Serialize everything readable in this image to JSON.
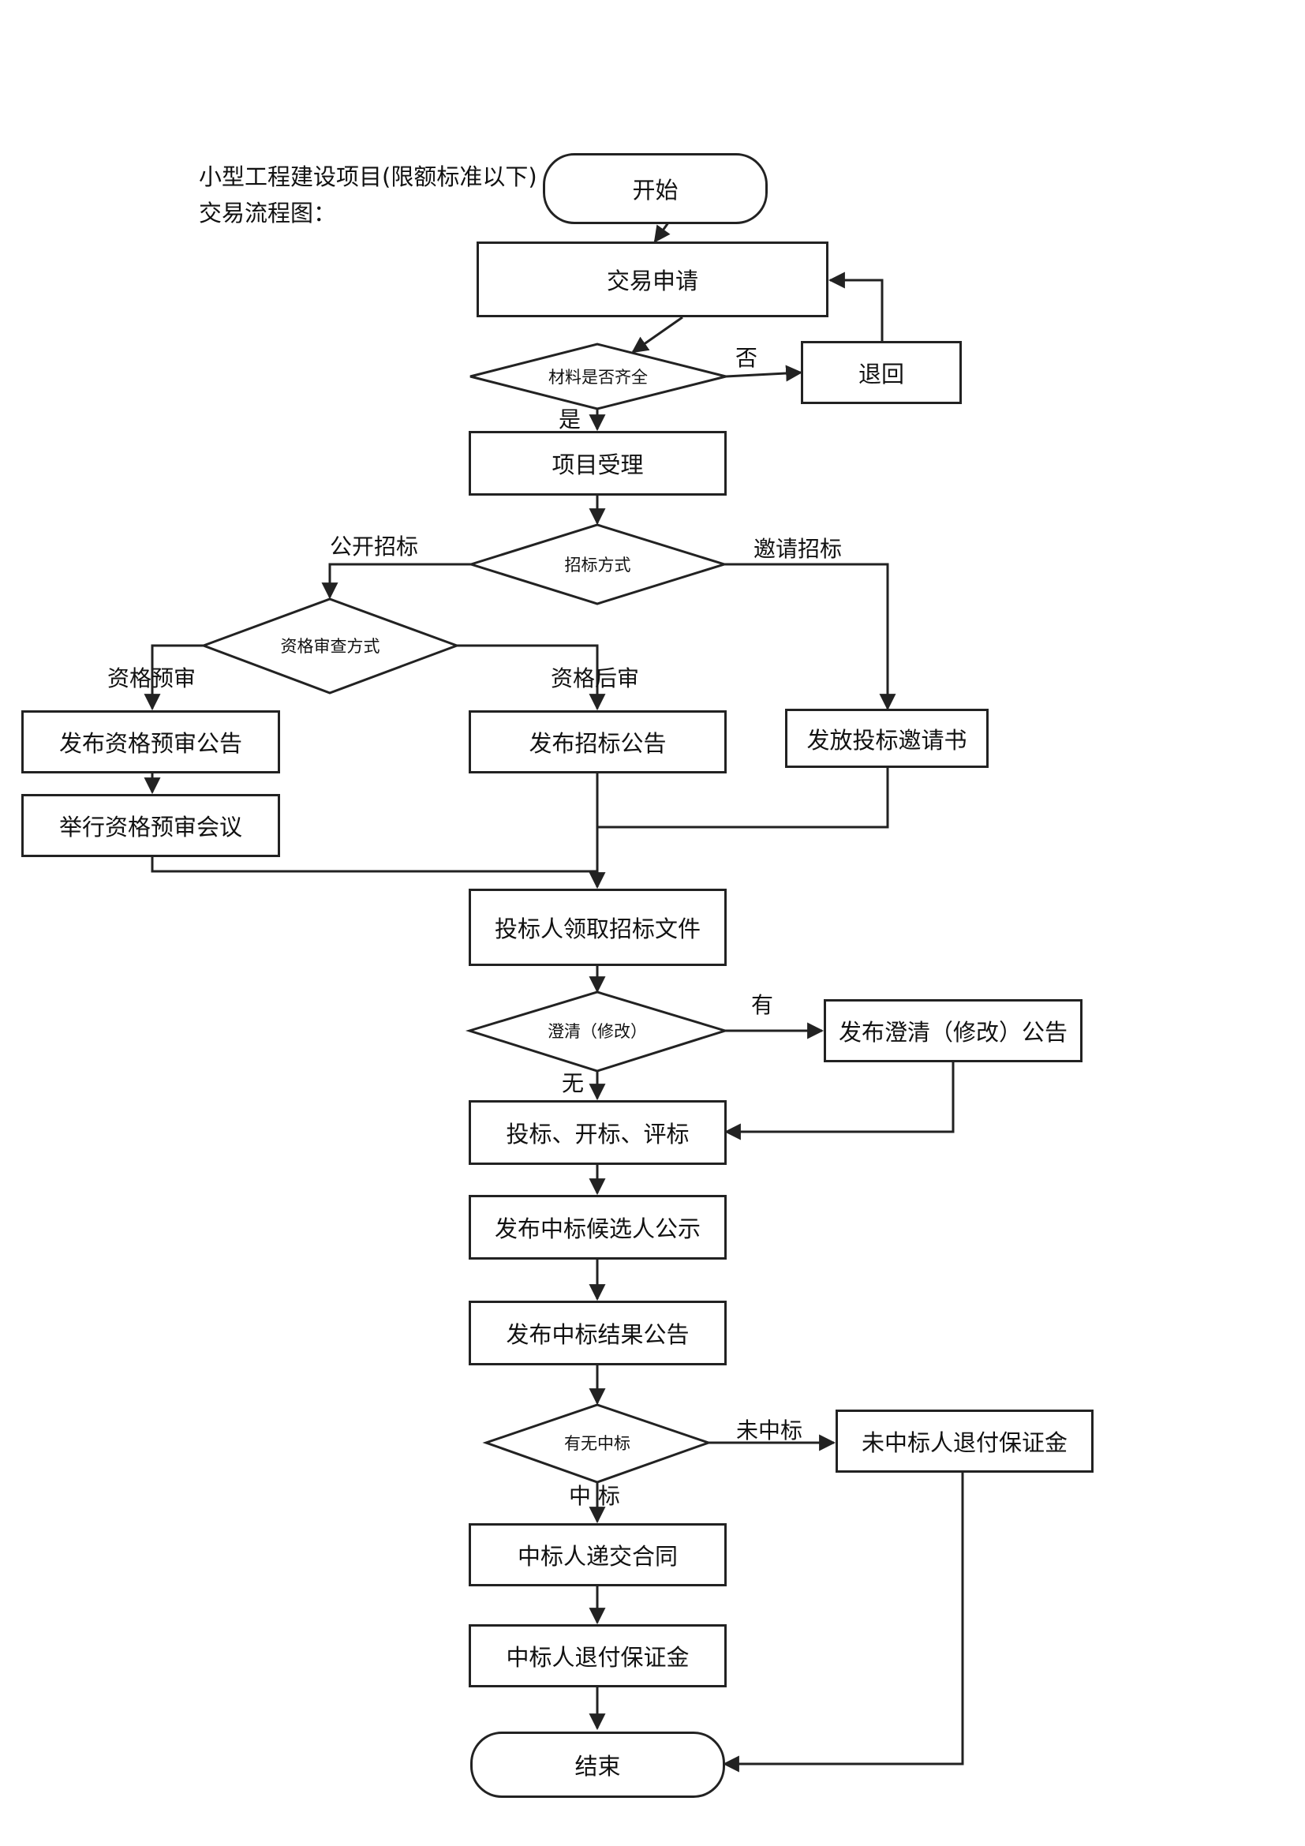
{
  "title": {
    "line1": "小型工程建设项目(限额标准以下)",
    "line2": "交易流程图："
  },
  "nodes": {
    "start": "开始",
    "apply": "交易申请",
    "check_materials": "材料是否齐全",
    "return": "退回",
    "accept": "项目受理",
    "bid_method": "招标方式",
    "qual_method": "资格审查方式",
    "pre_qual_notice": "发布资格预审公告",
    "pre_qual_meeting": "举行资格预审会议",
    "bid_notice": "发布招标公告",
    "invite_letter": "发放投标邀请书",
    "get_docs": "投标人领取招标文件",
    "clarify": "澄清（修改）",
    "clarify_notice": "发布澄清（修改）公告",
    "bidding": "投标、开标、评标",
    "candidate_notice": "发布中标候选人公示",
    "result_notice": "发布中标结果公告",
    "win_check": "有无中标",
    "loser_refund": "未中标人退付保证金",
    "contract": "中标人递交合同",
    "winner_refund": "中标人退付保证金",
    "end": "结束"
  },
  "edge_labels": {
    "no": "否",
    "yes": "是",
    "open_bid": "公开招标",
    "invite_bid": "邀请招标",
    "pre_qual": "资格预审",
    "post_qual": "资格后审",
    "has": "有",
    "none": "无",
    "not_won": "未中标",
    "won": "中 标"
  },
  "colors": {
    "stroke": "#222222",
    "background": "#ffffff",
    "text": "#111111"
  }
}
